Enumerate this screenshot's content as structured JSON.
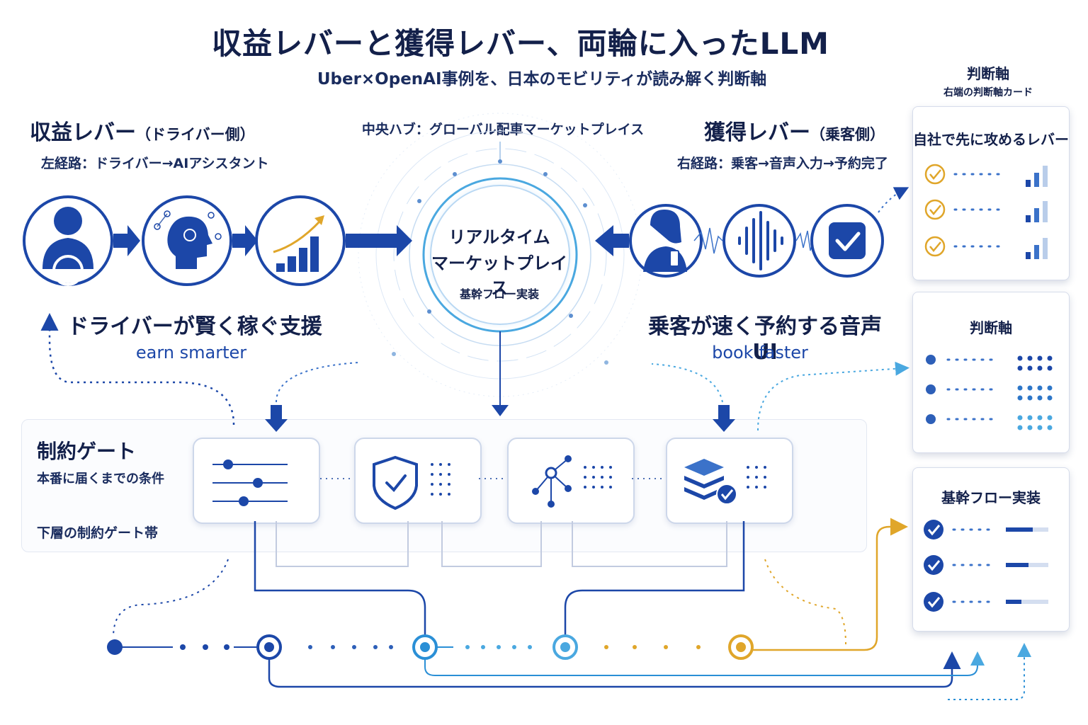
{
  "header": {
    "title": "収益レバーと獲得レバー、両輪に入ったLLM",
    "subtitle": "Uber×OpenAI事例を、日本のモビリティが読み解く判断軸"
  },
  "left": {
    "heading": "収益レバー",
    "heading_note": "（ドライバー側）",
    "path": "左経路：ドライバー→AIアシスタント",
    "caption": "ドライバーが賢く稼ぐ支援",
    "caption_en": "earn smarter",
    "icons": [
      "driver-icon",
      "ai-head-icon",
      "growth-chart-icon"
    ]
  },
  "center": {
    "heading": "中央ハブ：グローバル配車マーケットプレイス",
    "hub_line1": "リアルタイム",
    "hub_line2": "マーケットプレイス",
    "hub_sub": "基幹フロー実装"
  },
  "right": {
    "heading": "獲得レバー",
    "heading_note": "（乗客側）",
    "path": "右経路：乗客→音声入力→予約完了",
    "caption": "乗客が速く予約する音声UI",
    "caption_en": "book faster",
    "icons": [
      "passenger-phone-icon",
      "voice-wave-icon",
      "checkbox-icon"
    ]
  },
  "gates": {
    "title": "制約ゲート",
    "subtitle": "本番に届くまでの条件",
    "band_label": "下層の制約ゲート帯",
    "items": [
      "sliders-icon",
      "shield-check-icon",
      "network-icon",
      "layers-check-icon"
    ]
  },
  "panel": {
    "heading": "判断軸",
    "subheading": "右端の判断軸カード",
    "cards": [
      {
        "title": "自社で先に攻めるレバー"
      },
      {
        "title": "判断軸"
      },
      {
        "title": "基幹フロー実装"
      }
    ]
  },
  "colors": {
    "navy": "#13204a",
    "blue": "#1c47a8",
    "light_blue": "#4aa8e0",
    "gold": "#e0a62a"
  }
}
